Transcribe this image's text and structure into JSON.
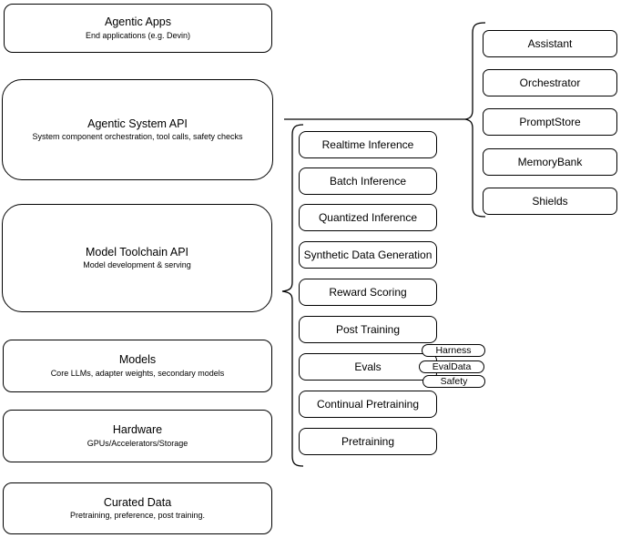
{
  "diagram": {
    "stack": {
      "layers": [
        {
          "title": "Agentic Apps",
          "subtitle": "End applications (e.g. Devin)"
        },
        {
          "title": "Agentic System API",
          "subtitle": "System component orchestration, tool calls, safety checks"
        },
        {
          "title": "Model Toolchain API",
          "subtitle": "Model development & serving"
        },
        {
          "title": "Models",
          "subtitle": "Core LLMs, adapter weights, secondary models"
        },
        {
          "title": "Hardware",
          "subtitle": "GPUs/Accelerators/Storage"
        },
        {
          "title": "Curated Data",
          "subtitle": "Pretraining, preference, post training."
        }
      ]
    },
    "toolchain_apis": {
      "items": [
        {
          "label": "Realtime Inference"
        },
        {
          "label": "Batch Inference"
        },
        {
          "label": "Quantized Inference"
        },
        {
          "label": "Synthetic Data Generation"
        },
        {
          "label": "Reward Scoring"
        },
        {
          "label": "Post Training"
        },
        {
          "label": "Evals"
        },
        {
          "label": "Continual Pretraining"
        },
        {
          "label": "Pretraining"
        }
      ],
      "eval_tags": [
        {
          "label": "Harness"
        },
        {
          "label": "EvalData"
        },
        {
          "label": "Safety"
        }
      ]
    },
    "system_components": {
      "items": [
        {
          "label": "Assistant"
        },
        {
          "label": "Orchestrator"
        },
        {
          "label": "PromptStore"
        },
        {
          "label": "MemoryBank"
        },
        {
          "label": "Shields"
        }
      ]
    },
    "colors": {
      "stroke": "#000000",
      "fill": "#ffffff",
      "text": "#000000"
    }
  }
}
